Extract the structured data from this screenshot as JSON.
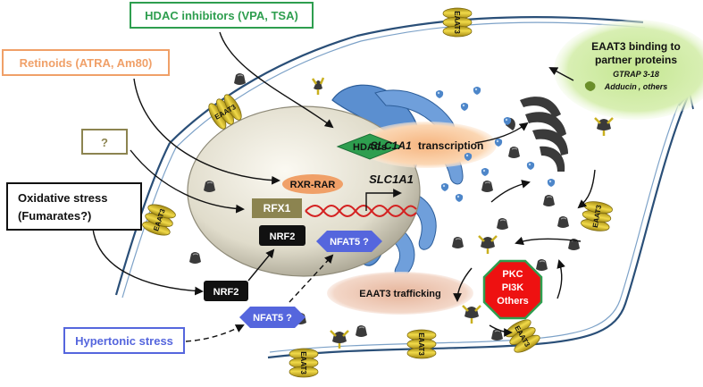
{
  "stimuli": {
    "hdac_inhibitors": "HDAC inhibitors (VPA, TSA)",
    "retinoids": "Retinoids (ATRA, Am80)",
    "unknown": "?",
    "oxidative_stress_line1": "Oxidative stress",
    "oxidative_stress_line2": "(Fumarates?)",
    "hypertonic_stress": "Hypertonic stress"
  },
  "nucleus": {
    "hdacs": "HDACs",
    "rxr_rar": "RXR-RAR",
    "rfx1": "RFX1",
    "nrf2": "NRF2",
    "nfat5": "NFAT5 ?",
    "gene": "SLC1A1"
  },
  "cytoplasm": {
    "nrf2": "NRF2",
    "nfat5": "NFAT5 ?",
    "transcription_gene": "SLC1A1",
    "transcription_word": "transcription",
    "trafficking": "EAAT3 trafficking",
    "kinase_line1": "PKC",
    "kinase_line2": "PI3K",
    "kinase_line3": "Others"
  },
  "partners": {
    "line1": "EAAT3 binding to",
    "line2": "partner proteins",
    "line3": "GTRAP 3-18",
    "line4_a": "Adducin",
    "line4_b": ", others"
  },
  "transporter_label": "EAAT3",
  "colors": {
    "hdac_green": "#2e9e4f",
    "retinoid_orange": "#f0a068",
    "unknown_olive": "#8c8450",
    "hypertonic_blue": "#5566dd",
    "er_blue": "#5b8fd0",
    "transporter_yellow": "#d9bf2a",
    "kinase_red": "#ee1111",
    "partner_green": "#b8e080"
  }
}
